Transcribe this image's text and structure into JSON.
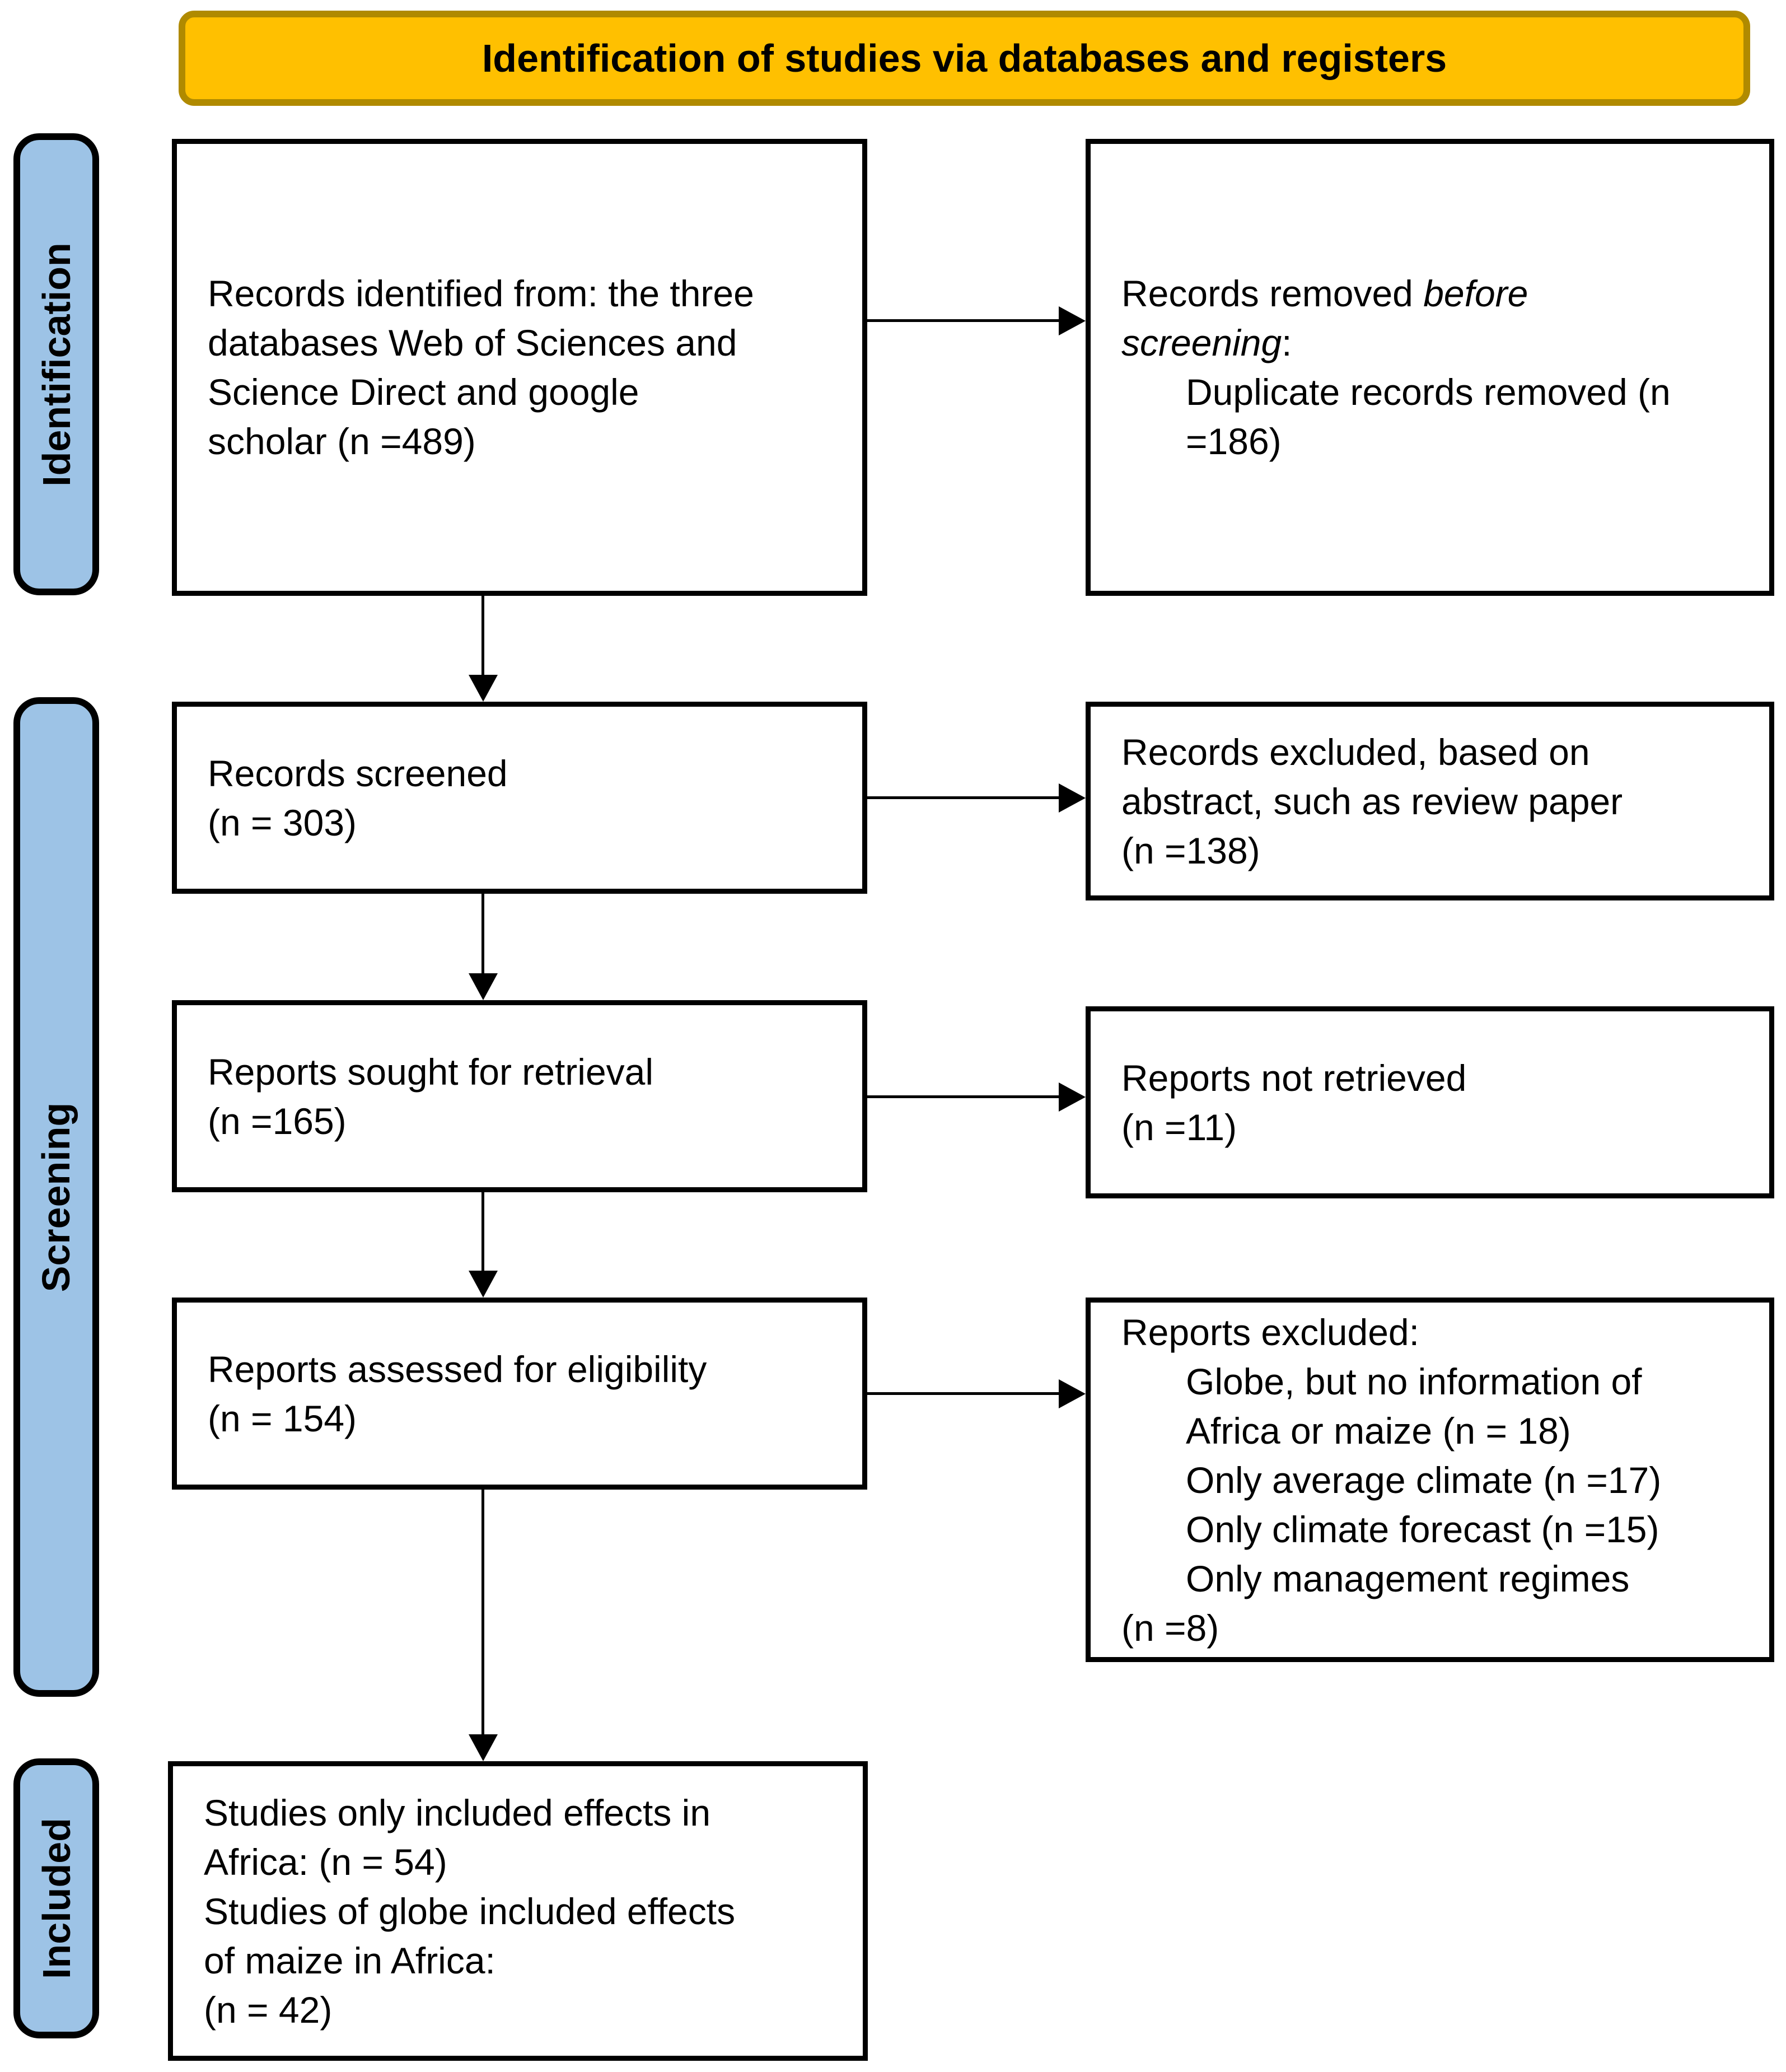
{
  "banner": {
    "title": "Identification of studies via databases and registers"
  },
  "side_labels": [
    {
      "label": "Identification"
    },
    {
      "label": "Screening"
    },
    {
      "label": "Included"
    }
  ],
  "boxes": {
    "identified": {
      "lines": [
        "Records identified from: the three",
        "databases Web of Sciences and",
        "Science Direct and google",
        "scholar (n =489)"
      ]
    },
    "removed": {
      "line1_normal": "Records removed ",
      "line1_italic": "before",
      "line2_italic": "screening",
      "line2_normal": ":",
      "indent_lines": [
        "Duplicate records removed (n",
        "=186)"
      ]
    },
    "screened": {
      "lines": [
        "Records screened",
        "(n = 303)"
      ]
    },
    "excluded_abstract": {
      "lines": [
        "Records excluded, based on",
        "abstract, such as review paper",
        "(n =138)"
      ]
    },
    "sought": {
      "lines": [
        "Reports sought for retrieval",
        "(n =165)"
      ]
    },
    "not_retrieved": {
      "lines": [
        "Reports not retrieved",
        "(n =11)"
      ]
    },
    "assessed": {
      "lines": [
        "Reports assessed for eligibility",
        "(n = 154)"
      ]
    },
    "excluded_reports": {
      "heading": "Reports excluded:",
      "indent_lines": [
        "Globe, but no information of",
        "Africa or maize (n = 18)",
        "Only average climate (n =17)",
        "Only climate forecast (n =15)",
        "Only management regimes"
      ],
      "last_line": "(n =8)"
    },
    "included": {
      "lines": [
        "Studies only included effects in",
        "Africa: (n = 54)",
        "Studies of globe included effects",
        "of maize in Africa:",
        "(n = 42)"
      ]
    }
  },
  "colors": {
    "banner_fill": "#FFC000",
    "banner_border": "#B08A00",
    "stage_label_fill": "#9DC3E6",
    "box_border": "#000000",
    "arrow": "#000000"
  }
}
